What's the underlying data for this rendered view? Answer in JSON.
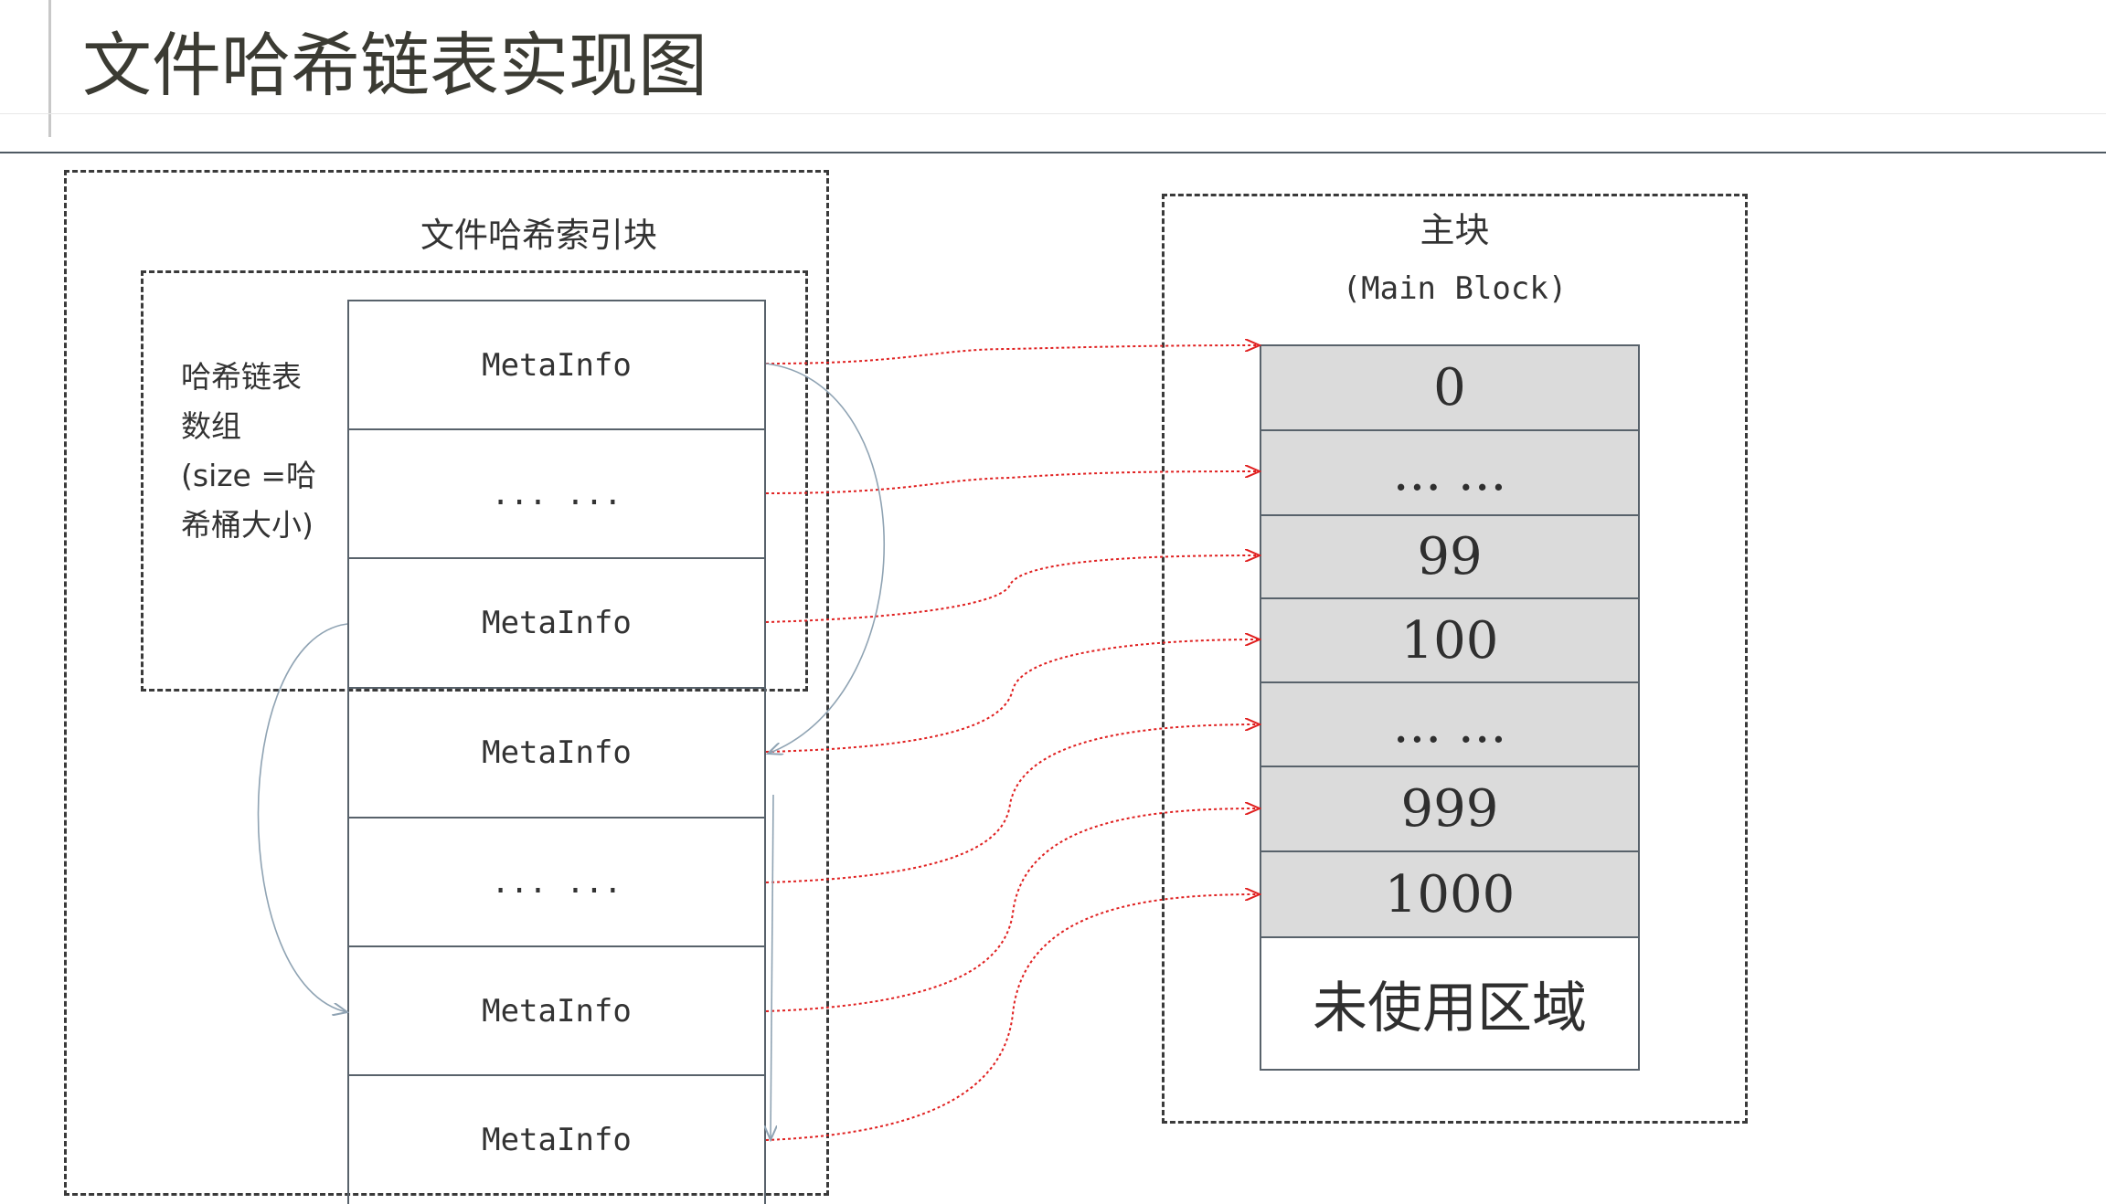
{
  "header": {
    "title": "文件哈希链表实现图"
  },
  "index_block": {
    "title": "文件哈希索引块",
    "array_label_lines": [
      "哈希链表",
      "数组",
      "(size =哈",
      "希桶大小)"
    ],
    "cells": [
      "MetaInfo",
      "... ...",
      "MetaInfo",
      "MetaInfo",
      "... ...",
      "MetaInfo",
      "MetaInfo"
    ]
  },
  "main_block": {
    "title": "主块",
    "subtitle": "(Main Block)",
    "cells": [
      "0",
      "... ...",
      "99",
      "100",
      "... ...",
      "999",
      "1000"
    ],
    "unused_label": "未使用区域"
  },
  "colors": {
    "pointer_arrow": "#e02020",
    "chain_link": "#8fa3b3",
    "block_fill": "#dbdbdb",
    "border": "#58626b"
  }
}
